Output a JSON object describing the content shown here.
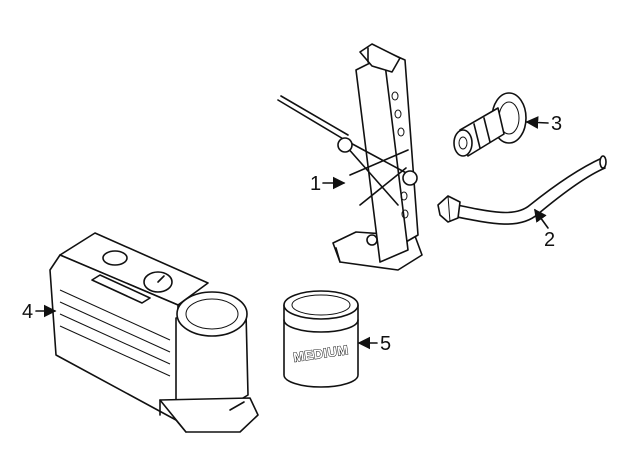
{
  "callouts": {
    "c1": "1",
    "c2": "2",
    "c3": "3",
    "c4": "4",
    "c5": "5"
  },
  "sealant_can": {
    "label": "MEDIUM"
  },
  "colors": {
    "line": "#111111",
    "background": "#ffffff"
  }
}
